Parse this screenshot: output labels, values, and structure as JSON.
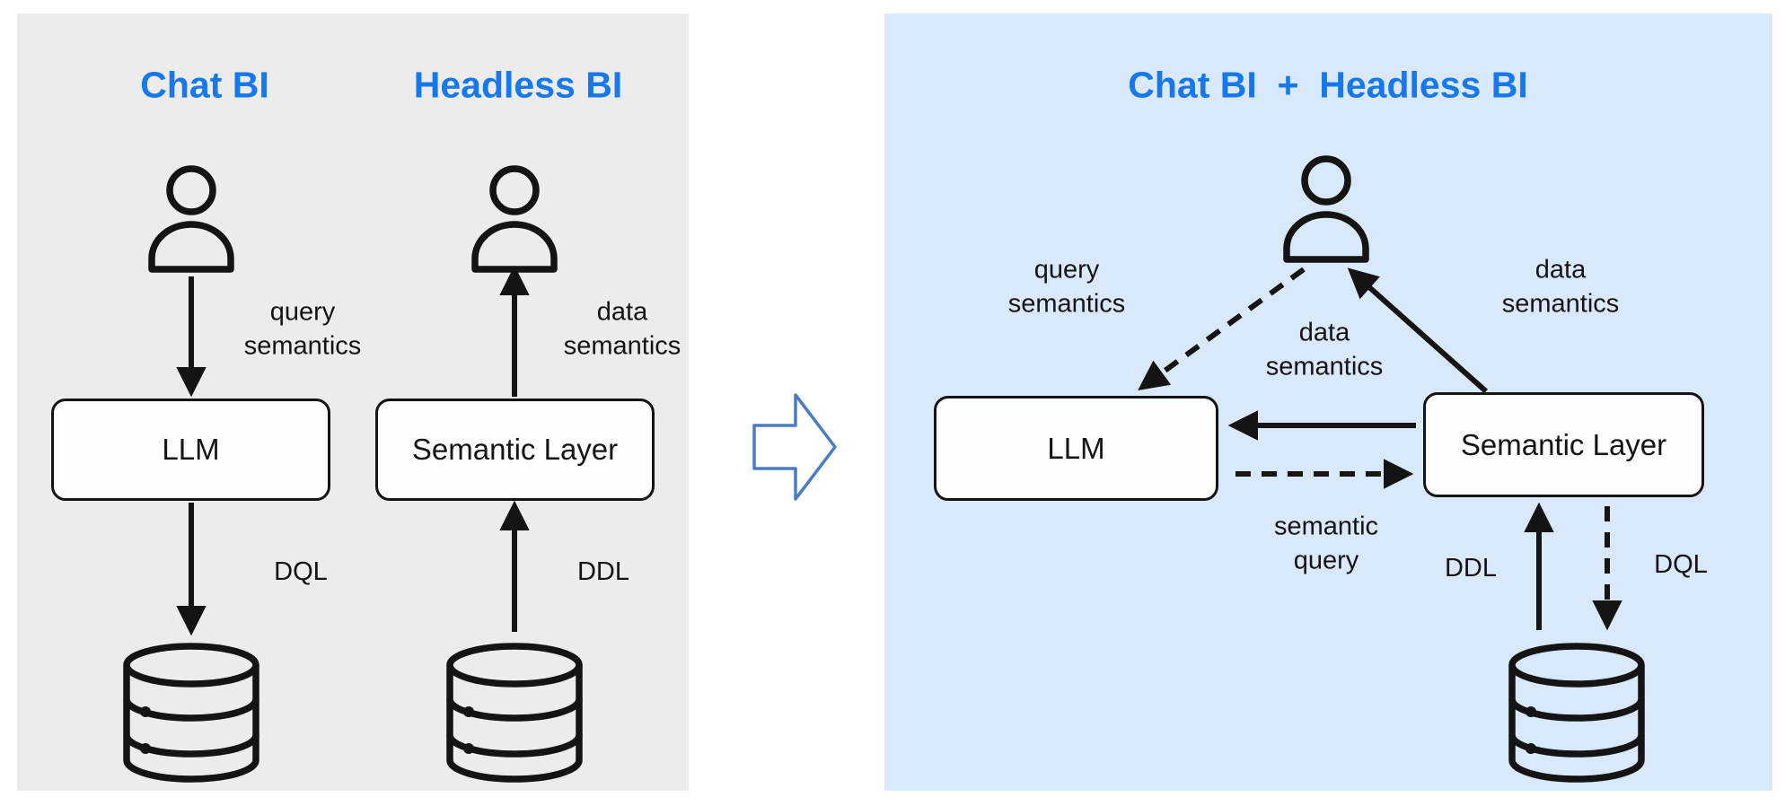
{
  "colors": {
    "title_blue": "#1678ec",
    "left_panel_bg": "#ececec",
    "right_panel_bg": "#d9e9fb",
    "diagram_black": "#141414",
    "transform_arrow_blue": "#4a7dbf",
    "node_box_bg": "#fdfdfd"
  },
  "icons": {
    "person": "person-icon",
    "database": "database-icon",
    "transform": "block-arrow-right-icon"
  },
  "left_panel": {
    "chat_bi_title": "Chat BI",
    "headless_bi_title": "Headless BI",
    "chat": {
      "flow1_label": "query\nsemantics",
      "box_label": "LLM",
      "flow2_label": "DQL"
    },
    "headless": {
      "flow1_label": "data\nsemantics",
      "box_label": "Semantic Layer",
      "flow2_label": "DDL"
    }
  },
  "right_panel": {
    "title": "Chat BI  +  Headless BI",
    "llm_box_label": "LLM",
    "semantic_layer_box_label": "Semantic Layer",
    "query_semantics_label": "query\nsemantics",
    "data_semantics_upper_label": "data\nsemantics",
    "data_semantics_mid_label": "data\nsemantics",
    "semantic_query_label": "semantic\nquery",
    "ddl_label": "DDL",
    "dql_label": "DQL"
  }
}
